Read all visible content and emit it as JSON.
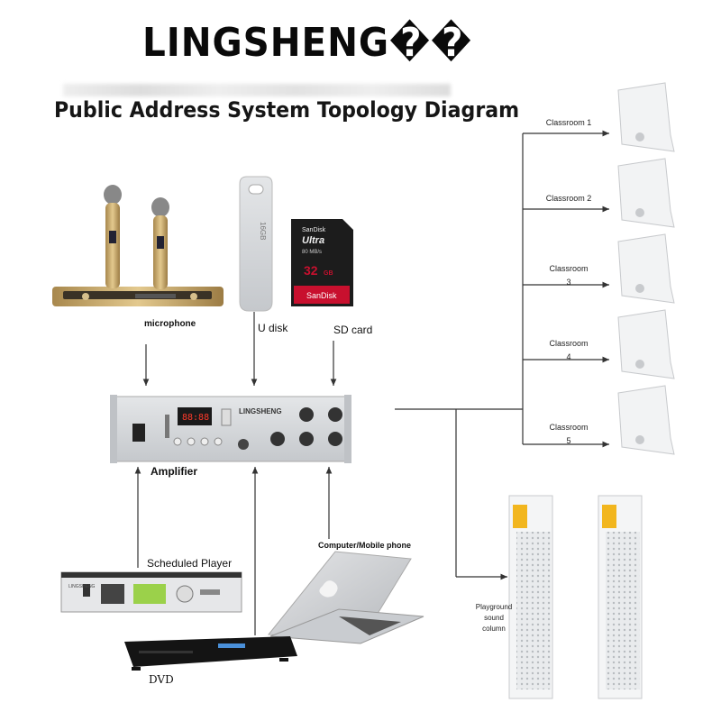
{
  "header": {
    "brand": "LINGSHENG",
    "brand_glyphs": "��",
    "subtitle": "Public Address System Topology Diagram"
  },
  "inputs": {
    "microphone": "microphone",
    "u_disk": "U disk",
    "sd_card": "SD card"
  },
  "device_markings": {
    "usb_capacity": "16GB",
    "sd_brand": "SanDisk",
    "sd_line": "Ultra",
    "sd_speed": "80 MB/s",
    "sd_capacity": "32",
    "sd_unit": "GB",
    "amp_brand": "LINGSHENG",
    "amp_display": "88:88",
    "player_brand": "LINGSHENG"
  },
  "amplifier": {
    "label": "Amplifier"
  },
  "sources": {
    "scheduled_player": "Scheduled Player",
    "computer": "Computer/Mobile phone",
    "dvd": "DVD"
  },
  "classrooms": [
    {
      "line1": "Classroom 1",
      "line2": ""
    },
    {
      "line1": "Classroom 2",
      "line2": ""
    },
    {
      "line1": "Classroom",
      "line2": "3"
    },
    {
      "line1": "Classroom",
      "line2": "4"
    },
    {
      "line1": "Classroom",
      "line2": "5"
    }
  ],
  "playground": {
    "line1": "Playground",
    "line2": "sound",
    "line3": "column"
  },
  "colors": {
    "line": "#333333",
    "speaker": "#f2f3f4",
    "amp_body": "#d4d6d9",
    "gold": "#c9a96b",
    "sd_red": "#c8102e"
  }
}
